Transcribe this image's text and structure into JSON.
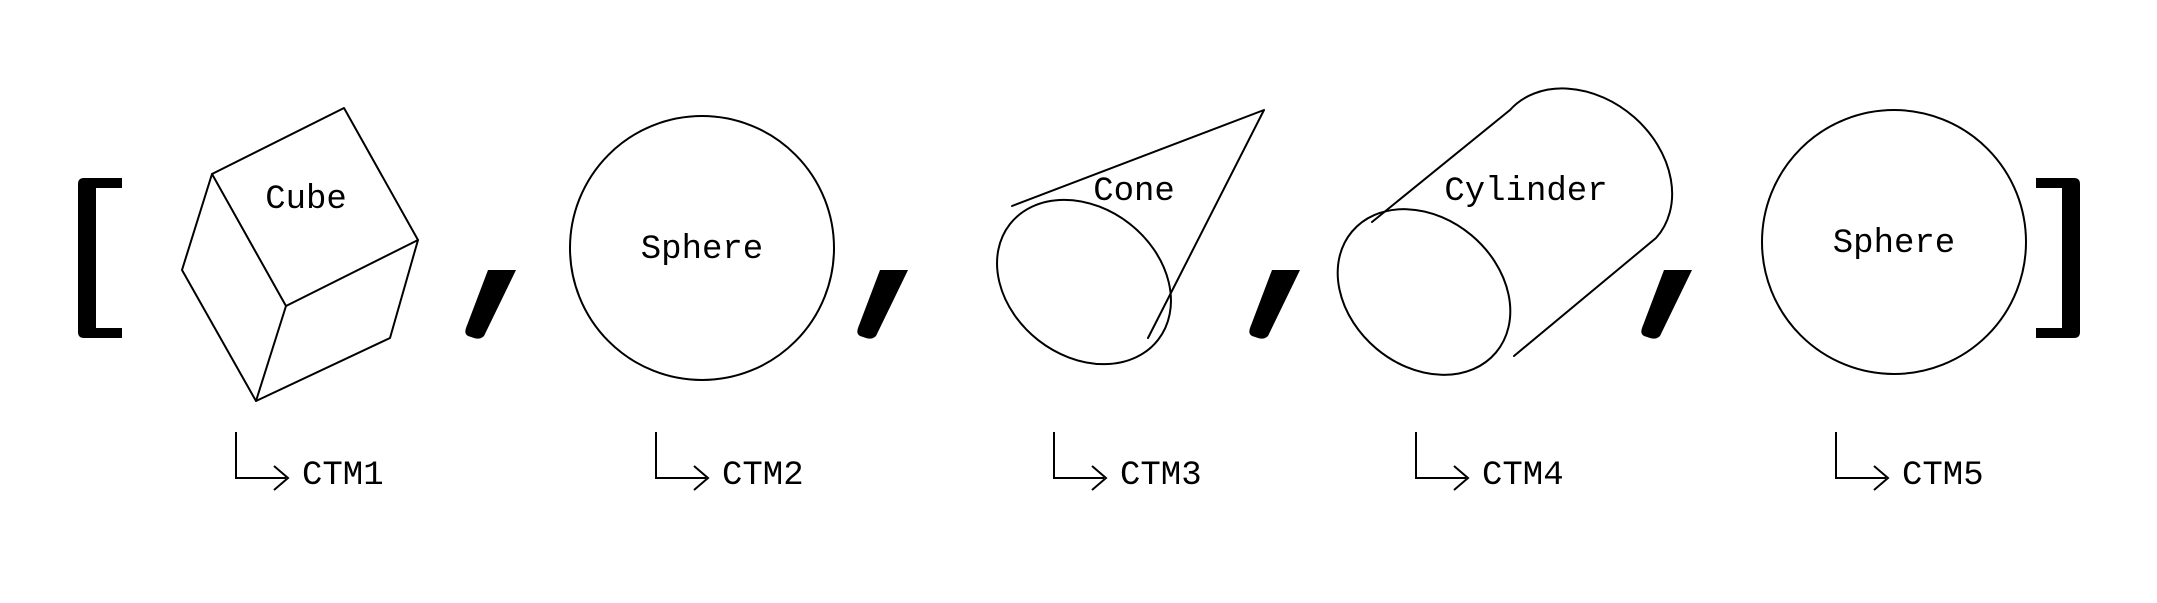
{
  "list": {
    "items": [
      {
        "shape": "cube-icon",
        "label": "Cube",
        "ctm": "CTM1"
      },
      {
        "shape": "sphere-icon",
        "label": "Sphere",
        "ctm": "CTM2"
      },
      {
        "shape": "cone-icon",
        "label": "Cone",
        "ctm": "CTM3"
      },
      {
        "shape": "cylinder-icon",
        "label": "Cylinder",
        "ctm": "CTM4"
      },
      {
        "shape": "sphere-icon",
        "label": "Sphere",
        "ctm": "CTM5"
      }
    ]
  },
  "colors": {
    "stroke": "#000000",
    "background": "#ffffff"
  }
}
